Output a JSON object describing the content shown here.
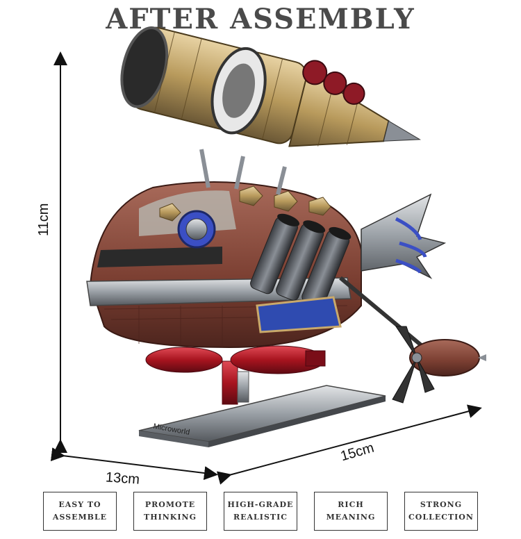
{
  "title": "AFTER ASSEMBLY",
  "dimensions": {
    "height": "11cm",
    "width": "13cm",
    "depth": "15cm"
  },
  "base_label": "Microworld",
  "features": [
    {
      "label": "EASY TO\nASSEMBLE"
    },
    {
      "label": "PROMOTE\nTHINKING"
    },
    {
      "label": "HIGH-GRADE\nREALISTIC"
    },
    {
      "label": "RICH\nMEANING"
    },
    {
      "label": "STRONG\nCOLLECTION"
    }
  ],
  "colors": {
    "gold": "#c9a96b",
    "copper": "#8a4a3a",
    "steel": "#9aa0a6",
    "red": "#b21e2a",
    "blue": "#3b4fc4"
  }
}
